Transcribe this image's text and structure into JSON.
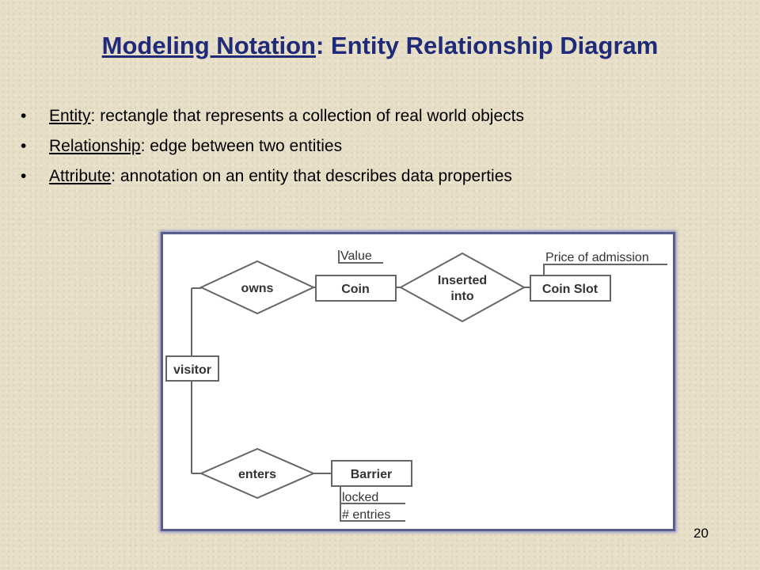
{
  "title": {
    "underlined": "Modeling Notation",
    "rest": ": Entity Relationship Diagram"
  },
  "bullets": [
    {
      "term": "Entity",
      "text": ": rectangle that represents a collection of real world objects"
    },
    {
      "term": "Relationship",
      "text": ": edge between two entities"
    },
    {
      "term": "Attribute",
      "text": ": annotation on an entity that describes data properties"
    }
  ],
  "diagram": {
    "entities": [
      "Coin",
      "Coin Slot",
      "visitor",
      "Barrier"
    ],
    "relationships": [
      "owns",
      "Inserted",
      "into",
      "enters"
    ],
    "attributes": [
      "Value",
      "Price of admission",
      "locked",
      "# entries"
    ]
  },
  "page_number": "20",
  "colors": {
    "title": "#1f2a7a",
    "diagram_line": "#666666",
    "frame": "#5a5e8e"
  }
}
